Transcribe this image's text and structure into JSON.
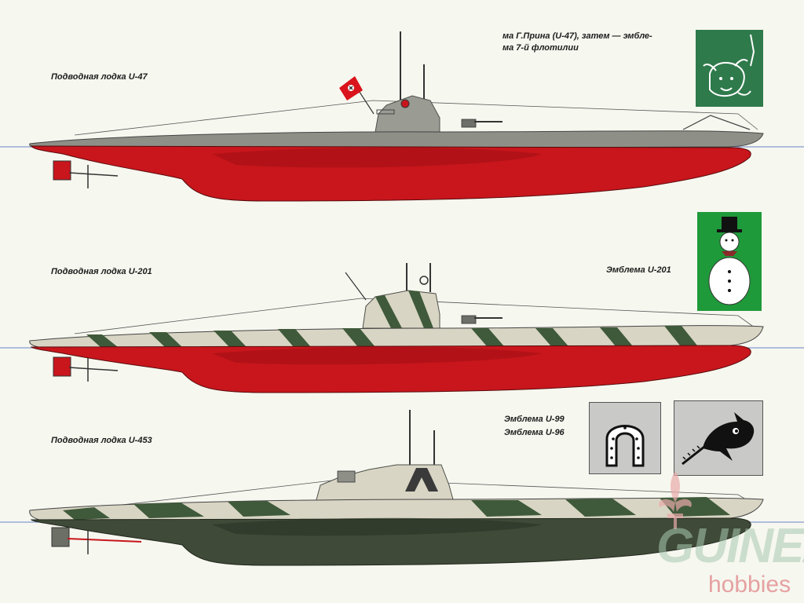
{
  "submarines": [
    {
      "id": "u47",
      "label": "Подводная лодка U-47",
      "emblem_caption_lines": [
        "ма Г.Прина (U-47), затем — эмбле-",
        "ма 7-й флотилии"
      ],
      "emblem_icon": "bull-icon",
      "hull_color": "#c8161c",
      "deck_color": "#8e9088",
      "camouflage": "none"
    },
    {
      "id": "u201",
      "label": "Подводная лодка U-201",
      "emblem_caption_lines": [
        "Эмблема U-201"
      ],
      "emblem_icon": "snowman-icon",
      "hull_color": "#c8161c",
      "deck_color": "#d8d5c4",
      "camouflage": "dark-green stripes"
    },
    {
      "id": "u453",
      "label": "Подводная лодка U-453",
      "emblem_caption_lines": [
        "Эмблема U-99",
        "Эмблема U-96"
      ],
      "emblem_icons": [
        "horseshoe-icon",
        "sawfish-icon"
      ],
      "hull_color": "#3f4a38",
      "deck_color": "#d8d5c4",
      "camouflage": "dark-green splinter"
    }
  ],
  "colors": {
    "background": "#f6f7ef",
    "red_hull": "#c8161c",
    "green_hull": "#3f4a38",
    "emblem_green": "#2f7a4b",
    "emblem_bright_green": "#1f9a3a",
    "emblem_grey": "#c9c9c7",
    "waterline": "#6b86c8"
  },
  "watermark": {
    "brand": "GUINEA",
    "sub_brand": "hobbies",
    "icon": "fleur-de-lis-icon"
  }
}
